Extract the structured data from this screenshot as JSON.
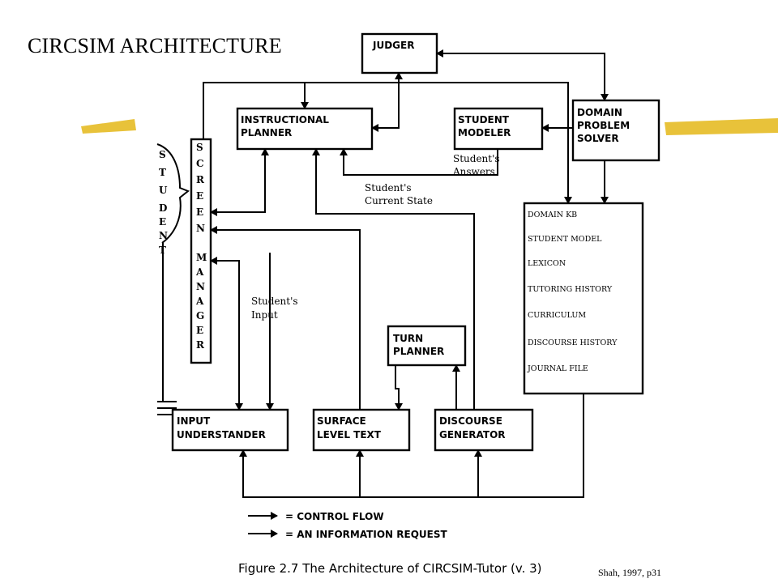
{
  "slide_title": "CIRCSIM ARCHITECTURE",
  "credit": "Shah, 1997, p31",
  "caption": "Figure 2.7 The Architecture of CIRCSIM-Tutor (v. 3)",
  "modules": {
    "judger": [
      "JUDGER"
    ],
    "instructional_planner": [
      "INSTRUCTIONAL",
      "PLANNER"
    ],
    "student_modeler": [
      "STUDENT",
      "MODELER"
    ],
    "domain_problem_solver": [
      "DOMAIN",
      "PROBLEM",
      "SOLVER"
    ],
    "turn_planner": [
      "TURN",
      "PLANNER"
    ],
    "input_understander": [
      "INPUT",
      "UNDERSTANDER"
    ],
    "surface_level_text": [
      "SURFACE",
      "LEVEL TEXT"
    ],
    "discourse_generator": [
      "DISCOURSE",
      "GENERATOR"
    ]
  },
  "screen_manager_letters": [
    "S",
    "C",
    "R",
    "E",
    "E",
    "N",
    "M",
    "A",
    "N",
    "A",
    "G",
    "E",
    "R"
  ],
  "student_letters": [
    "S",
    "T",
    "U",
    "D",
    "E",
    "N",
    "T"
  ],
  "knowledge_bases": [
    "DOMAIN KB",
    "STUDENT MODEL",
    "LEXICON",
    "TUTORING HISTORY",
    "CURRICULUM",
    "DISCOURSE HISTORY",
    "JOURNAL FILE"
  ],
  "flow_labels": {
    "students_answers": [
      "Student's",
      "Answers"
    ],
    "students_current_state": [
      "Student's",
      "Current State"
    ],
    "students_input": [
      "Student's",
      "Input"
    ]
  },
  "legend": {
    "control_flow": "= CONTROL FLOW",
    "information_request": "= AN INFORMATION REQUEST"
  },
  "colors": {
    "highlight_bar": "#e8c23a"
  }
}
